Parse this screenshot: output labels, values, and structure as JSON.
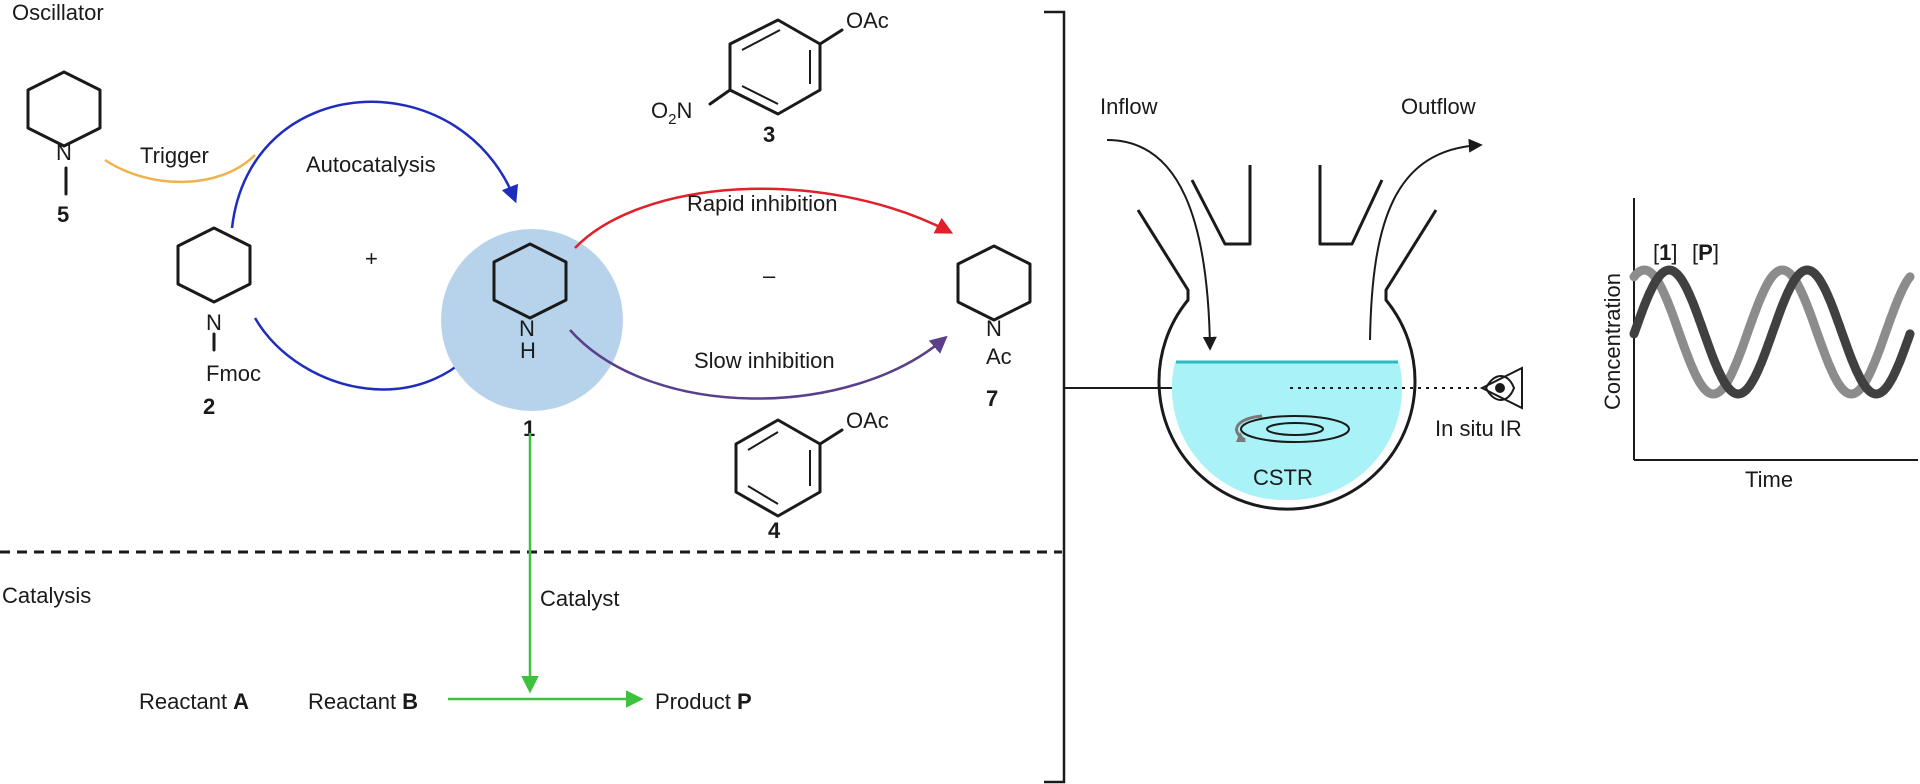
{
  "oscillator": {
    "section_label": "Oscillator",
    "trigger_label": "Trigger",
    "autocatalysis_label": "Autocatalysis",
    "plus_sign": "+",
    "minus_sign": "–",
    "rapid_label": "Rapid inhibition",
    "slow_label": "Slow inhibition",
    "compounds": {
      "c5": {
        "number": "5",
        "atom_n": "N"
      },
      "c2": {
        "number": "2",
        "atom_n": "N",
        "substituent": "Fmoc"
      },
      "c1": {
        "number": "1",
        "atom_n": "N",
        "atom_h": "H"
      },
      "c3": {
        "number": "3",
        "group_top": "OAc",
        "group_o2n_o": "O",
        "group_o2n_sub": "2",
        "group_o2n_n": "N"
      },
      "c4": {
        "number": "4",
        "group": "OAc"
      },
      "c7": {
        "number": "7",
        "atom_n": "N",
        "substituent": "Ac"
      }
    }
  },
  "catalysis": {
    "section_label": "Catalysis",
    "catalyst_label": "Catalyst",
    "reactant_a_prefix": "Reactant ",
    "reactant_a_letter": "A",
    "reactant_b_prefix": "Reactant ",
    "reactant_b_letter": "B",
    "product_prefix": "Product ",
    "product_letter": "P"
  },
  "reactor": {
    "inflow_label": "Inflow",
    "outflow_label": "Outflow",
    "cstr_label": "CSTR",
    "ir_label": "In situ IR"
  },
  "plot": {
    "ylabel": "Concentration",
    "xlabel": "Time",
    "legend_1_open": "[",
    "legend_1_bold": "1",
    "legend_1_close": "]",
    "legend_p_open": "[",
    "legend_p_bold": "P",
    "legend_p_close": "]"
  },
  "colors": {
    "autocatalysis": "#1f2dbf",
    "rapid_inhibition": "#e0202a",
    "slow_inhibition": "#5a3f8a",
    "catalysis": "#3ec23e",
    "trigger": "#f0b24a",
    "highlight_circle": "#b7d3ec",
    "liquid": "#a9f2f7",
    "liquid_surface": "#2bbac0",
    "series_1": "#8c8c8c",
    "series_p": "#404040"
  },
  "chart_data": {
    "type": "line",
    "title": "",
    "xlabel": "Time",
    "ylabel": "Concentration",
    "series": [
      {
        "name": "[1]",
        "color": "#8c8c8c",
        "cycles": 2,
        "phase": 0.0
      },
      {
        "name": "[P]",
        "color": "#404040",
        "cycles": 2,
        "phase": 0.18
      }
    ],
    "grid": false,
    "axis_ticks": false
  }
}
